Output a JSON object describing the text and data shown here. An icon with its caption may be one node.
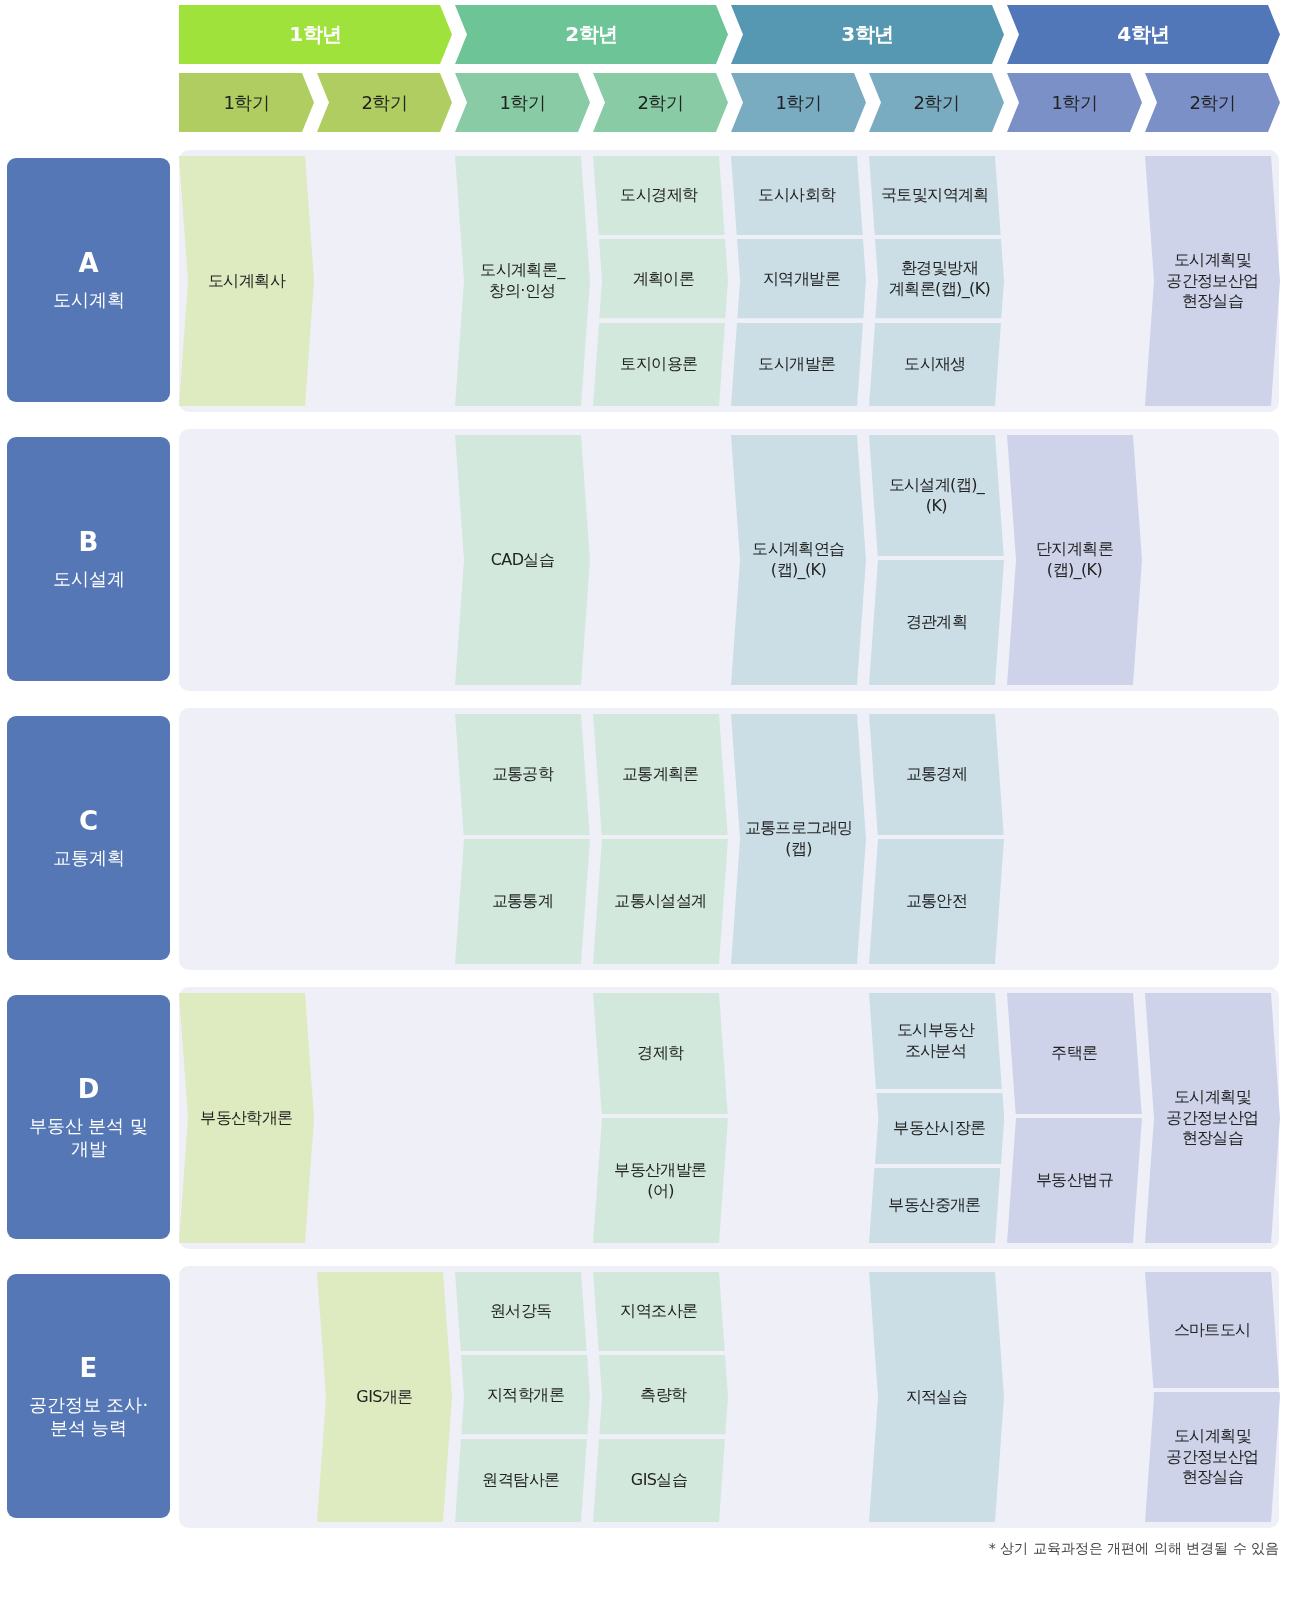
{
  "diagram": {
    "nodes": [
      {
        "text": [
          "1학년"
        ]
      },
      {
        "text": [
          "2학년"
        ]
      },
      {
        "text": [
          "3학년"
        ]
      },
      {
        "text": [
          "4학년"
        ]
      },
      {
        "text": [
          "1학기"
        ]
      },
      {
        "text": [
          "2학기"
        ]
      },
      {
        "text": [
          "1학기"
        ]
      },
      {
        "text": [
          "2학기"
        ]
      },
      {
        "text": [
          "1학기"
        ]
      },
      {
        "text": [
          "2학기"
        ]
      },
      {
        "text": [
          "1학기"
        ]
      },
      {
        "text": [
          "2학기"
        ]
      },
      {
        "text": [
          "A",
          "도시계획"
        ]
      },
      {
        "text": [
          "도시계획사"
        ]
      },
      {
        "text": [
          "도시계획론_ 창의·인성"
        ]
      },
      {
        "text": [
          "도시경제학"
        ]
      },
      {
        "text": [
          "계획이론"
        ]
      },
      {
        "text": [
          "토지이용론"
        ]
      },
      {
        "text": [
          "도시사회학"
        ]
      },
      {
        "text": [
          "지역개발론"
        ]
      },
      {
        "text": [
          "도시개발론"
        ]
      },
      {
        "text": [
          "국토및지역계획"
        ]
      },
      {
        "text": [
          "환경및방재 계획론(캡)_(K)"
        ]
      },
      {
        "text": [
          "도시재생"
        ]
      },
      {
        "text": [
          "도시계획및 공간정보산업 현장실습"
        ]
      },
      {
        "text": [
          "B",
          "도시설계"
        ]
      },
      {
        "text": [
          "CAD실습"
        ]
      },
      {
        "text": [
          "도시계획연습 (캡)_(K)"
        ]
      },
      {
        "text": [
          "도시설계(캡)_ (K)"
        ]
      },
      {
        "text": [
          "경관계획"
        ]
      },
      {
        "text": [
          "단지계획론 (캡)_(K)"
        ]
      },
      {
        "text": [
          "C",
          "교통계획"
        ]
      },
      {
        "text": [
          "교통공학"
        ]
      },
      {
        "text": [
          "교통통계"
        ]
      },
      {
        "text": [
          "교통계획론"
        ]
      },
      {
        "text": [
          "교통시설설계"
        ]
      },
      {
        "text": [
          "교통프로그래밍 (캡)"
        ]
      },
      {
        "text": [
          "교통경제"
        ]
      },
      {
        "text": [
          "교통안전"
        ]
      },
      {
        "text": [
          "D",
          "부동산 분석 및 개발"
        ]
      },
      {
        "text": [
          "부동산학개론"
        ]
      },
      {
        "text": [
          "경제학"
        ]
      },
      {
        "text": [
          "부동산개발론 (어)"
        ]
      },
      {
        "text": [
          "도시부동산 조사분석"
        ]
      },
      {
        "text": [
          "부동산시장론"
        ]
      },
      {
        "text": [
          "부동산중개론"
        ]
      },
      {
        "text": [
          "주택론"
        ]
      },
      {
        "text": [
          "부동산법규"
        ]
      },
      {
        "text": [
          "도시계획및 공간정보산업 현장실습"
        ]
      },
      {
        "text": [
          "E",
          "공간정보 조사·분석 능력"
        ]
      },
      {
        "text": [
          "GIS개론"
        ]
      },
      {
        "text": [
          "원서강독"
        ]
      },
      {
        "text": [
          "지적학개론"
        ]
      },
      {
        "text": [
          "원격탐사론"
        ]
      },
      {
        "text": [
          "지역조사론"
        ]
      },
      {
        "text": [
          "측량학"
        ]
      },
      {
        "text": [
          "GIS실습"
        ]
      },
      {
        "text": [
          "지적실습"
        ]
      },
      {
        "text": [
          "스마트도시"
        ]
      },
      {
        "text": [
          "도시계획및 공간정보산업 현장실습"
        ]
      }
    ],
    "labels": [
      "* 상기 교육과정은 개편에 의해 변경될 수 있음"
    ]
  }
}
